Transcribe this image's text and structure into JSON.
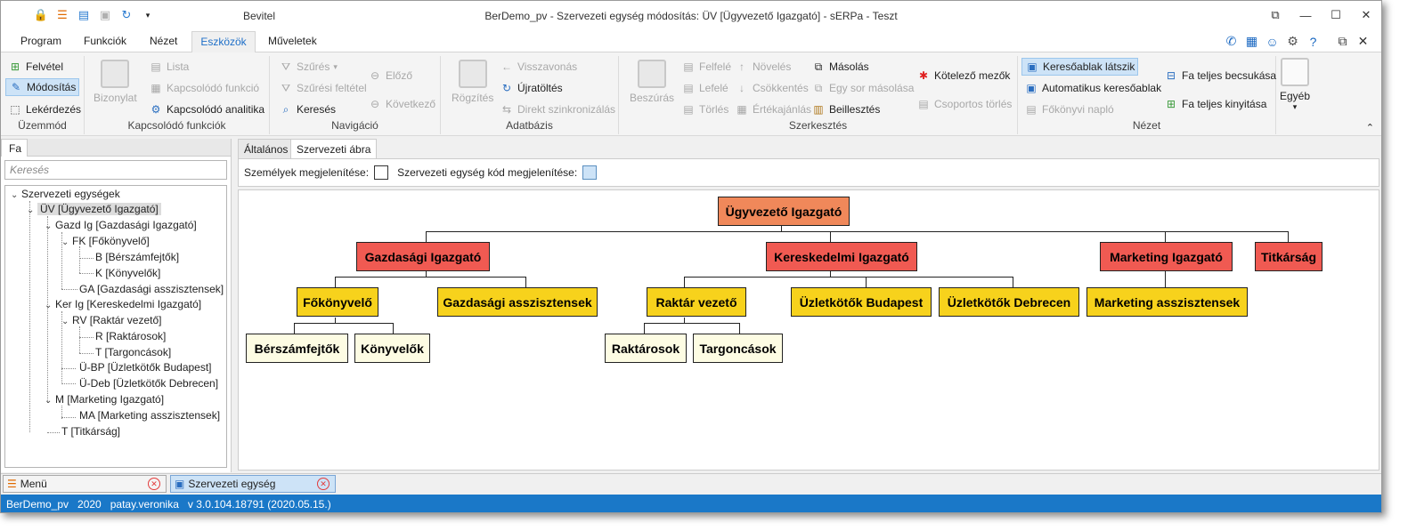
{
  "window": {
    "qat_label": "Bevitel",
    "title": "BerDemo_pv - Szervezeti egység módosítás: ÜV [Ügyvezető Igazgató] - sERPa - Teszt"
  },
  "menu": {
    "tabs": [
      "Program",
      "Funkciók",
      "Nézet",
      "Eszközök",
      "Műveletek"
    ],
    "active": "Eszközök"
  },
  "ribbon": {
    "uzemmod": {
      "label": "Üzemmód",
      "felvetel": "Felvétel",
      "modositas": "Módosítás",
      "lekerdezes": "Lekérdezés"
    },
    "kapcsolodo": {
      "label": "Kapcsolódó funkciók",
      "bizonylat": "Bizonylat",
      "lista": "Lista",
      "kapcsolodo_funkcio": "Kapcsolódó funkció",
      "kapcsolodo_analitika": "Kapcsolódó analitika"
    },
    "navigacio": {
      "label": "Navigáció",
      "szures": "Szűrés",
      "szuresi_feltetel": "Szűrési feltétel",
      "kereses": "Keresés",
      "elozo": "Előző",
      "kovetkezo": "Következő"
    },
    "adatbazis": {
      "label": "Adatbázis",
      "rogzites": "Rögzítés",
      "visszavonas": "Visszavonás",
      "ujratoltes": "Újratöltés",
      "direkt": "Direkt szinkronizálás"
    },
    "szerkesztes": {
      "label": "Szerkesztés",
      "beszuras": "Beszúrás",
      "felfele": "Felfelé",
      "lefele": "Lefelé",
      "torles": "Törlés",
      "noveles": "Növelés",
      "csokkentes": "Csökkentés",
      "ertekajanlas": "Értékajánlás",
      "masolas": "Másolás",
      "egy_sor": "Egy sor másolása",
      "beillesztes": "Beillesztés",
      "kotelezo": "Kötelező mezők",
      "csoportos": "Csoportos törlés"
    },
    "nezet": {
      "label": "Nézet",
      "keresoablak_latszik": "Keresőablak látszik",
      "automatikus": "Automatikus keresőablak",
      "fokonyvi": "Főkönyvi napló",
      "fa_becsukas": "Fa teljes becsukása",
      "fa_kinyitas": "Fa teljes kinyitása",
      "egyeb": "Egyéb"
    }
  },
  "left": {
    "tab": "Fa",
    "search_placeholder": "Keresés",
    "tree": [
      "Szervezeti egységek",
      "ÜV [Ügyvezető Igazgató]",
      "Gazd Ig [Gazdasági Igazgató]",
      "FK [Főkönyvelő]",
      "B [Bérszámfejtők]",
      "K [Könyvelők]",
      "GA [Gazdasági asszisztensek]",
      "Ker Ig [Kereskedelmi Igazgató]",
      "RV [Raktár vezető]",
      "R [Raktárosok]",
      "T [Targoncások]",
      "Ü-BP [Üzletkötők Budapest]",
      "Ü-Deb [Üzletkötők Debrecen]",
      "M [Marketing Igazgató]",
      "MA [Marketing asszisztensek]",
      "T [Titkárság]"
    ]
  },
  "right": {
    "tabs": [
      "Általános",
      "Szervezeti ábra"
    ],
    "opt_persons": "Személyek megjelenítése:",
    "opt_code": "Szervezeti egység kód megjelenítése:",
    "org": {
      "root": "Ügyvezető Igazgató",
      "gazd": "Gazdasági Igazgató",
      "ker": "Kereskedelmi Igazgató",
      "mark": "Marketing Igazgató",
      "titk": "Titkárság",
      "fok": "Főkönyvelő",
      "gazd_asszisztensek": "Gazdasági asszisztensek",
      "raktar_vezeto": "Raktár vezető",
      "uzlet_bp": "Üzletkötők Budapest",
      "uzlet_deb": "Üzletkötők Debrecen",
      "mark_asszisztensek": "Marketing asszisztensek",
      "berszam": "Bérszámfejtők",
      "konyvelok": "Könyvelők",
      "raktarosok": "Raktárosok",
      "targoncasok": "Targoncások"
    }
  },
  "bottom": {
    "tab1": "Menü",
    "tab2": "Szervezeti egység"
  },
  "status": {
    "db": "BerDemo_pv",
    "year": "2020",
    "user": "patay.veronika",
    "version": "v 3.0.104.18791 (2020.05.15.)"
  }
}
